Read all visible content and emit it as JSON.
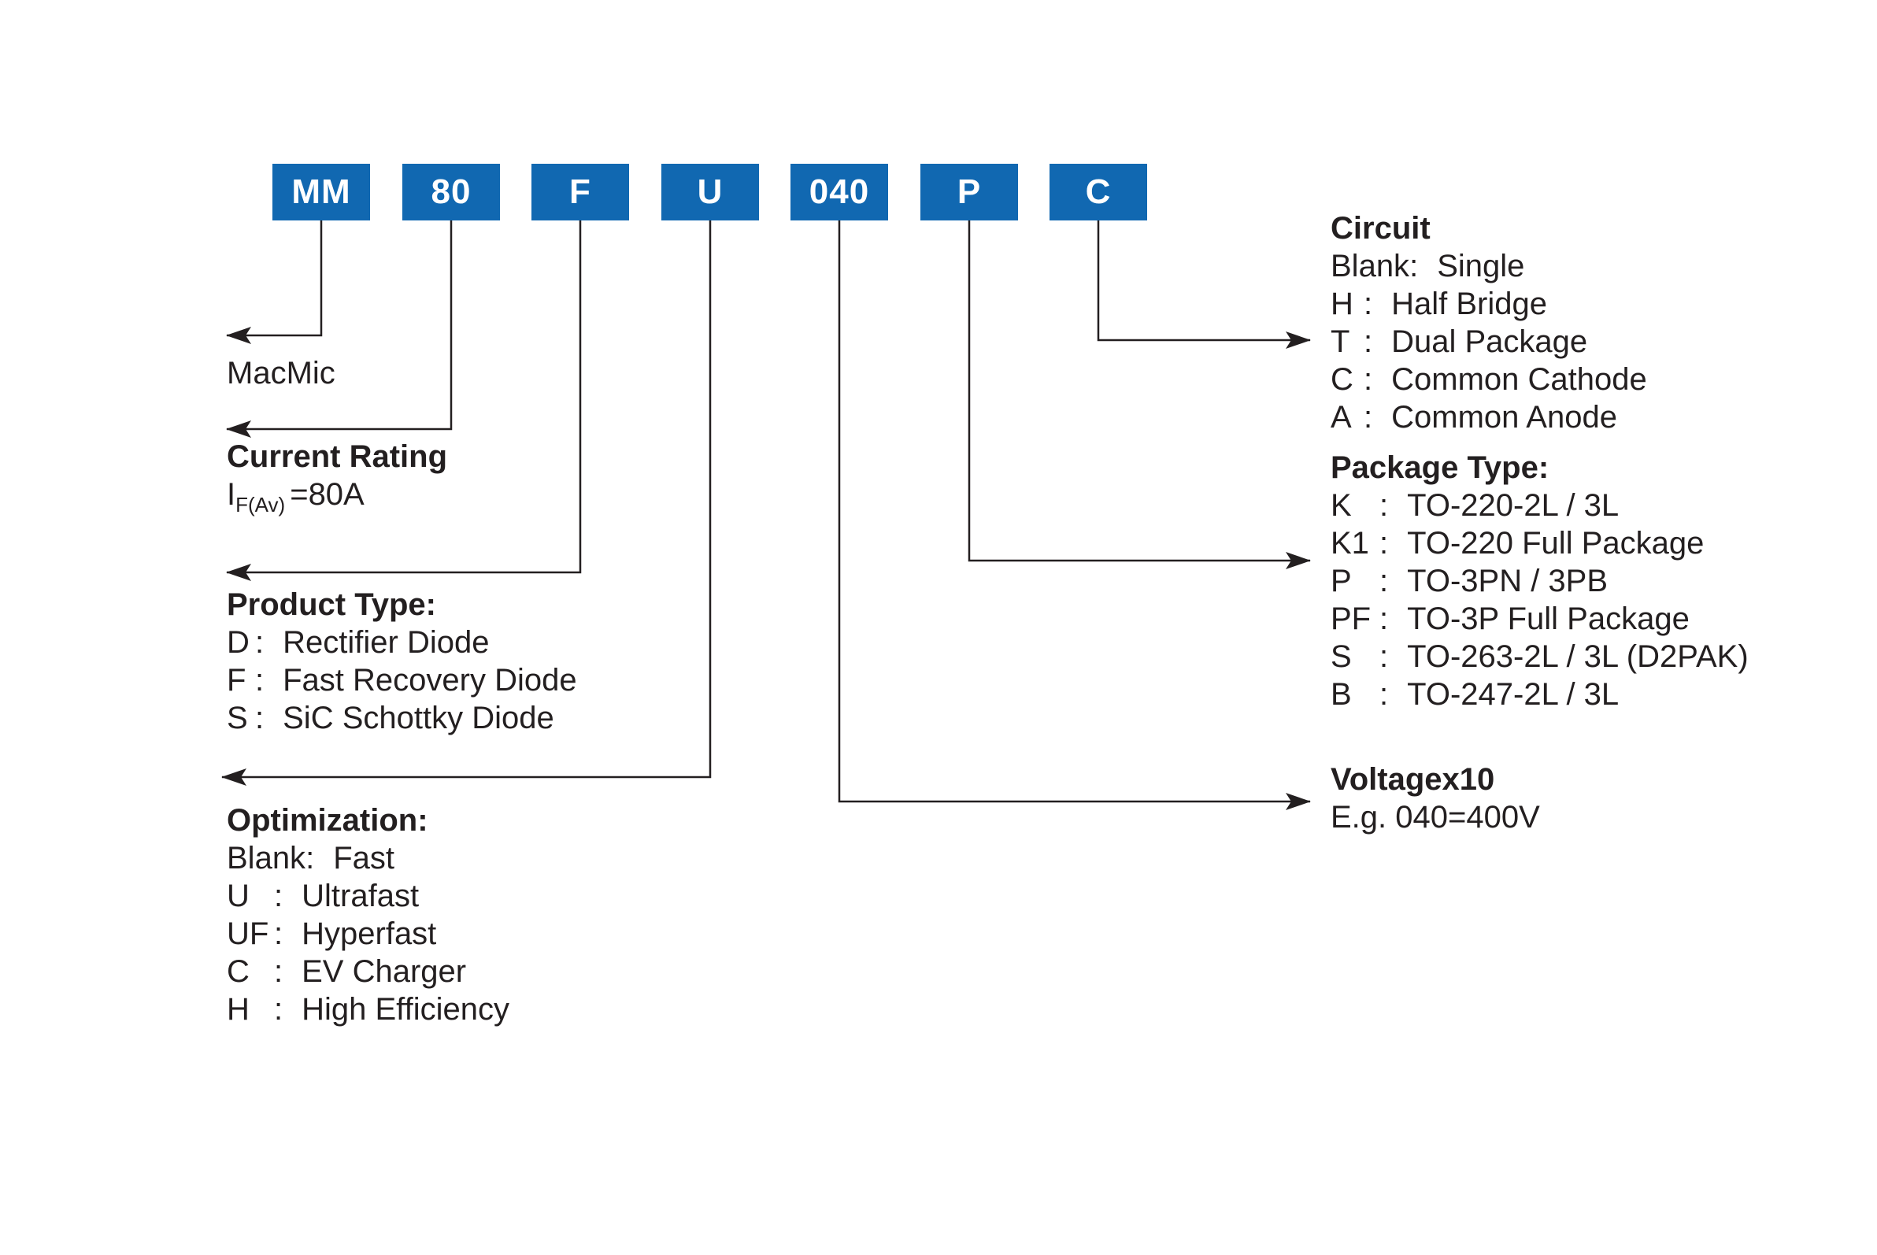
{
  "colors": {
    "accent_blue": "#1168b1",
    "box_text": "#ffffff",
    "ink": "#231f20"
  },
  "punct": {
    "colon": ":"
  },
  "part_code": {
    "segments": [
      "MM",
      "80",
      "F",
      "U",
      "040",
      "P",
      "C"
    ]
  },
  "sections": {
    "macmic": {
      "title": "MacMic"
    },
    "current_rating": {
      "title": "Current Rating",
      "formula": {
        "base": "I",
        "sub": "F(Av)",
        "rest": "=80A"
      }
    },
    "product_type": {
      "title": "Product Type:",
      "items": [
        {
          "key": "D",
          "label": "Rectifier Diode"
        },
        {
          "key": "F",
          "label": "Fast Recovery Diode"
        },
        {
          "key": "S",
          "label": "SiC Schottky Diode"
        }
      ]
    },
    "optimization": {
      "title": "Optimization:",
      "items": [
        {
          "key": "Blank",
          "label": "Fast"
        },
        {
          "key": "U",
          "label": "Ultrafast"
        },
        {
          "key": "UF",
          "label": "Hyperfast"
        },
        {
          "key": "C",
          "label": "EV Charger"
        },
        {
          "key": "H",
          "label": "High Efficiency"
        }
      ]
    },
    "circuit": {
      "title": "Circuit",
      "items": [
        {
          "key": "Blank",
          "label": "Single"
        },
        {
          "key": "H",
          "label": "Half Bridge"
        },
        {
          "key": "T",
          "label": "Dual Package"
        },
        {
          "key": "C",
          "label": "Common Cathode"
        },
        {
          "key": "A",
          "label": "Common Anode"
        }
      ]
    },
    "package_type": {
      "title": "Package Type:",
      "items": [
        {
          "key": "K",
          "label": "TO-220-2L / 3L"
        },
        {
          "key": "K1",
          "label": "TO-220 Full Package"
        },
        {
          "key": "P",
          "label": "TO-3PN / 3PB"
        },
        {
          "key": "PF",
          "label": "TO-3P Full Package"
        },
        {
          "key": "S",
          "label": "TO-263-2L / 3L (D2PAK)"
        },
        {
          "key": "B",
          "label": "TO-247-2L / 3L"
        }
      ]
    },
    "voltage": {
      "title": "Voltagex10",
      "example": "E.g. 040=400V"
    }
  }
}
